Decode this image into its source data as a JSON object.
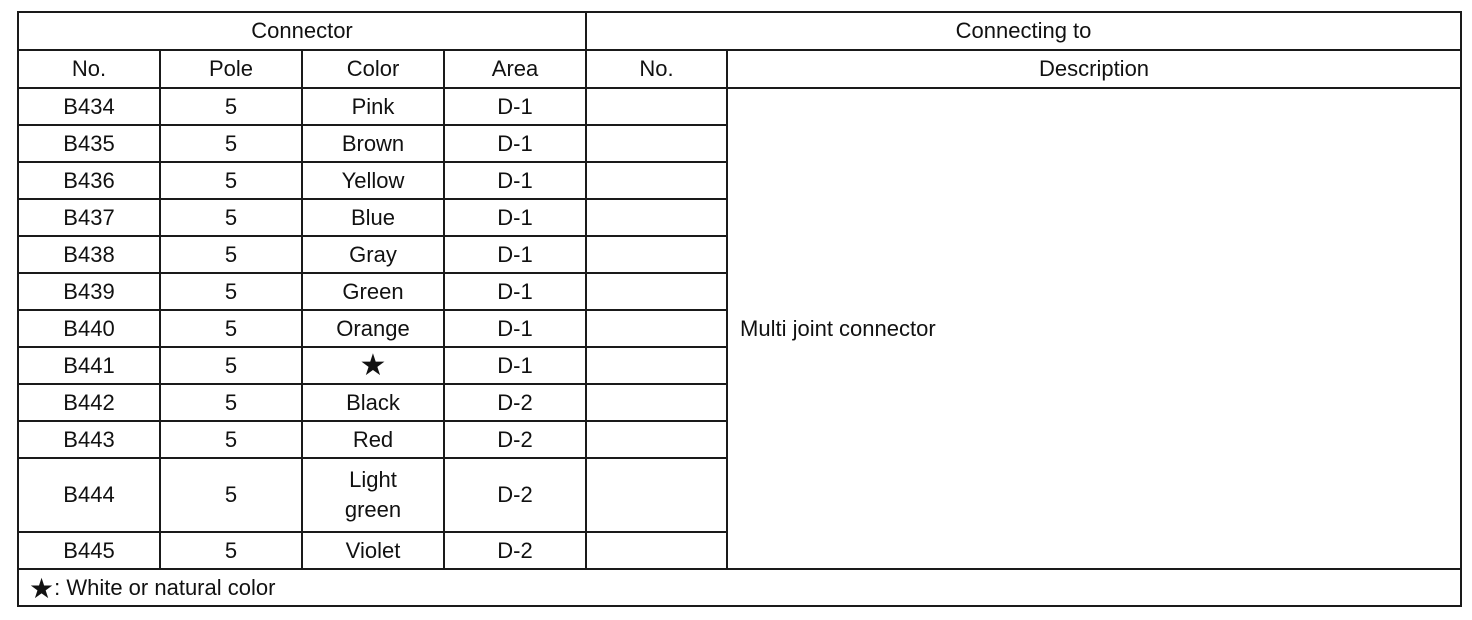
{
  "headers": {
    "connector": "Connector",
    "connecting_to": "Connecting to",
    "no": "No.",
    "pole": "Pole",
    "color": "Color",
    "area": "Area",
    "no2": "No.",
    "description": "Description"
  },
  "rows": [
    {
      "no": "B434",
      "pole": "5",
      "color": "Pink",
      "area": "D-1",
      "to_no": ""
    },
    {
      "no": "B435",
      "pole": "5",
      "color": "Brown",
      "area": "D-1",
      "to_no": ""
    },
    {
      "no": "B436",
      "pole": "5",
      "color": "Yellow",
      "area": "D-1",
      "to_no": ""
    },
    {
      "no": "B437",
      "pole": "5",
      "color": "Blue",
      "area": "D-1",
      "to_no": ""
    },
    {
      "no": "B438",
      "pole": "5",
      "color": "Gray",
      "area": "D-1",
      "to_no": ""
    },
    {
      "no": "B439",
      "pole": "5",
      "color": "Green",
      "area": "D-1",
      "to_no": ""
    },
    {
      "no": "B440",
      "pole": "5",
      "color": "Orange",
      "area": "D-1",
      "to_no": ""
    },
    {
      "no": "B441",
      "pole": "5",
      "color": "★",
      "area": "D-1",
      "to_no": ""
    },
    {
      "no": "B442",
      "pole": "5",
      "color": "Black",
      "area": "D-2",
      "to_no": ""
    },
    {
      "no": "B443",
      "pole": "5",
      "color": "Red",
      "area": "D-2",
      "to_no": ""
    },
    {
      "no": "B444",
      "pole": "5",
      "color_line1": "Light",
      "color_line2": "green",
      "area": "D-2",
      "to_no": ""
    },
    {
      "no": "B445",
      "pole": "5",
      "color": "Violet",
      "area": "D-2",
      "to_no": ""
    }
  ],
  "description": "Multi joint connector",
  "note": {
    "symbol": "★",
    "text": ": White or natural color"
  }
}
